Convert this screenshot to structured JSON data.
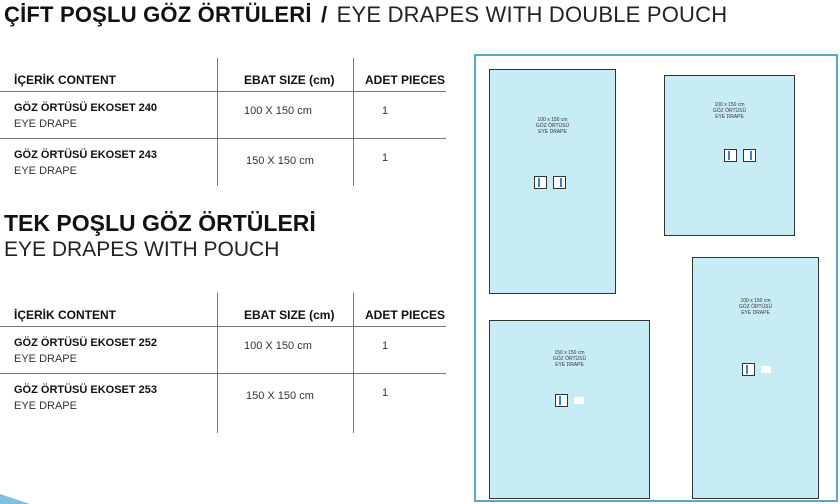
{
  "main_title": {
    "tr": "ÇİFT POŞLU GÖZ ÖRTÜLERİ",
    "slash": "/",
    "en": "EYE DRAPES WITH DOUBLE POUCH"
  },
  "section_title": {
    "tr": "TEK POŞLU GÖZ ÖRTÜLERİ",
    "en": "EYE DRAPES WITH POUCH"
  },
  "table_headers": {
    "content": "İÇERİK CONTENT",
    "size": "EBAT SIZE (cm)",
    "pieces": "ADET PIECES"
  },
  "double_pouch": [
    {
      "name": "GÖZ ÖRTÜSÜ EKOSET 240",
      "sub": "EYE DRAPE",
      "size": "100 X 150 cm",
      "qty": "1"
    },
    {
      "name": "GÖZ ÖRTÜSÜ EKOSET 243",
      "sub": "EYE DRAPE",
      "size": "150 X 150 cm",
      "qty": "1"
    }
  ],
  "single_pouch": [
    {
      "name": "GÖZ ÖRTÜSÜ EKOSET 252",
      "sub": "EYE DRAPE",
      "size": "100 X 150 cm",
      "qty": "1"
    },
    {
      "name": "GÖZ ÖRTÜSÜ EKOSET 253",
      "sub": "EYE DRAPE",
      "size": "150 X 150 cm",
      "qty": "1"
    }
  ],
  "drapes": [
    {
      "size": "100 x 150 cm",
      "tr": "GÖZ ÖRTÜSÜ",
      "en": "EYE DRAPE"
    },
    {
      "size": "100 x 150 cm",
      "tr": "GÖZ ÖRTÜSÜ",
      "en": "EYE DRAPE"
    },
    {
      "size": "150 x 150 cm",
      "tr": "GÖZ ÖRTÜSÜ",
      "en": "EYE DRAPE"
    },
    {
      "size": "100 x 150 cm",
      "tr": "GÖZ ÖRTÜSÜ",
      "en": "EYE DRAPE"
    }
  ],
  "colors": {
    "drape_fill": "#c8ecf6",
    "frame_border": "#5aa6c8",
    "pouch_stripe": "#3a82c8"
  }
}
